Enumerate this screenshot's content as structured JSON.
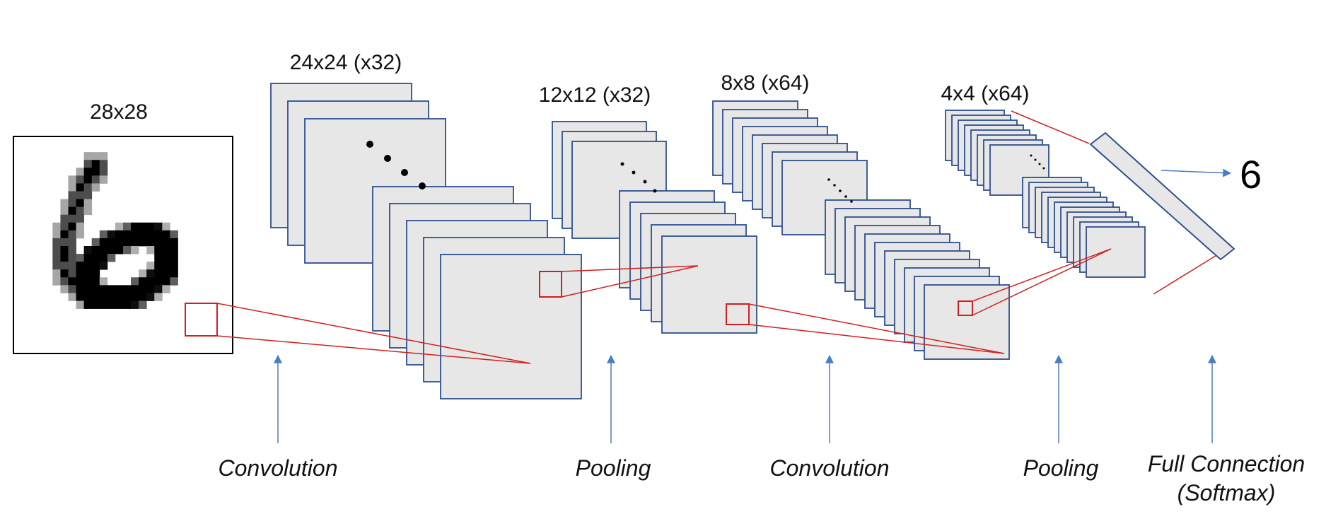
{
  "colors": {
    "map_fill": "#e7e7e7",
    "map_stroke": "#2e4f8e",
    "receptive_field": "#d21f1f",
    "arrow": "#4a7cc3",
    "text": "#111111"
  },
  "input": {
    "label": "28x28",
    "digit": "6"
  },
  "layers": [
    {
      "label": "24x24 (x32)"
    },
    {
      "label": "12x12 (x32)"
    },
    {
      "label": "8x8 (x64)"
    },
    {
      "label": "4x4 (x64)"
    }
  ],
  "operations": [
    {
      "label": "Convolution"
    },
    {
      "label": "Pooling"
    },
    {
      "label": "Convolution"
    },
    {
      "label": "Pooling"
    },
    {
      "label": "Full Connection",
      "sublabel": "(Softmax)"
    }
  ],
  "output": {
    "value": "6"
  }
}
